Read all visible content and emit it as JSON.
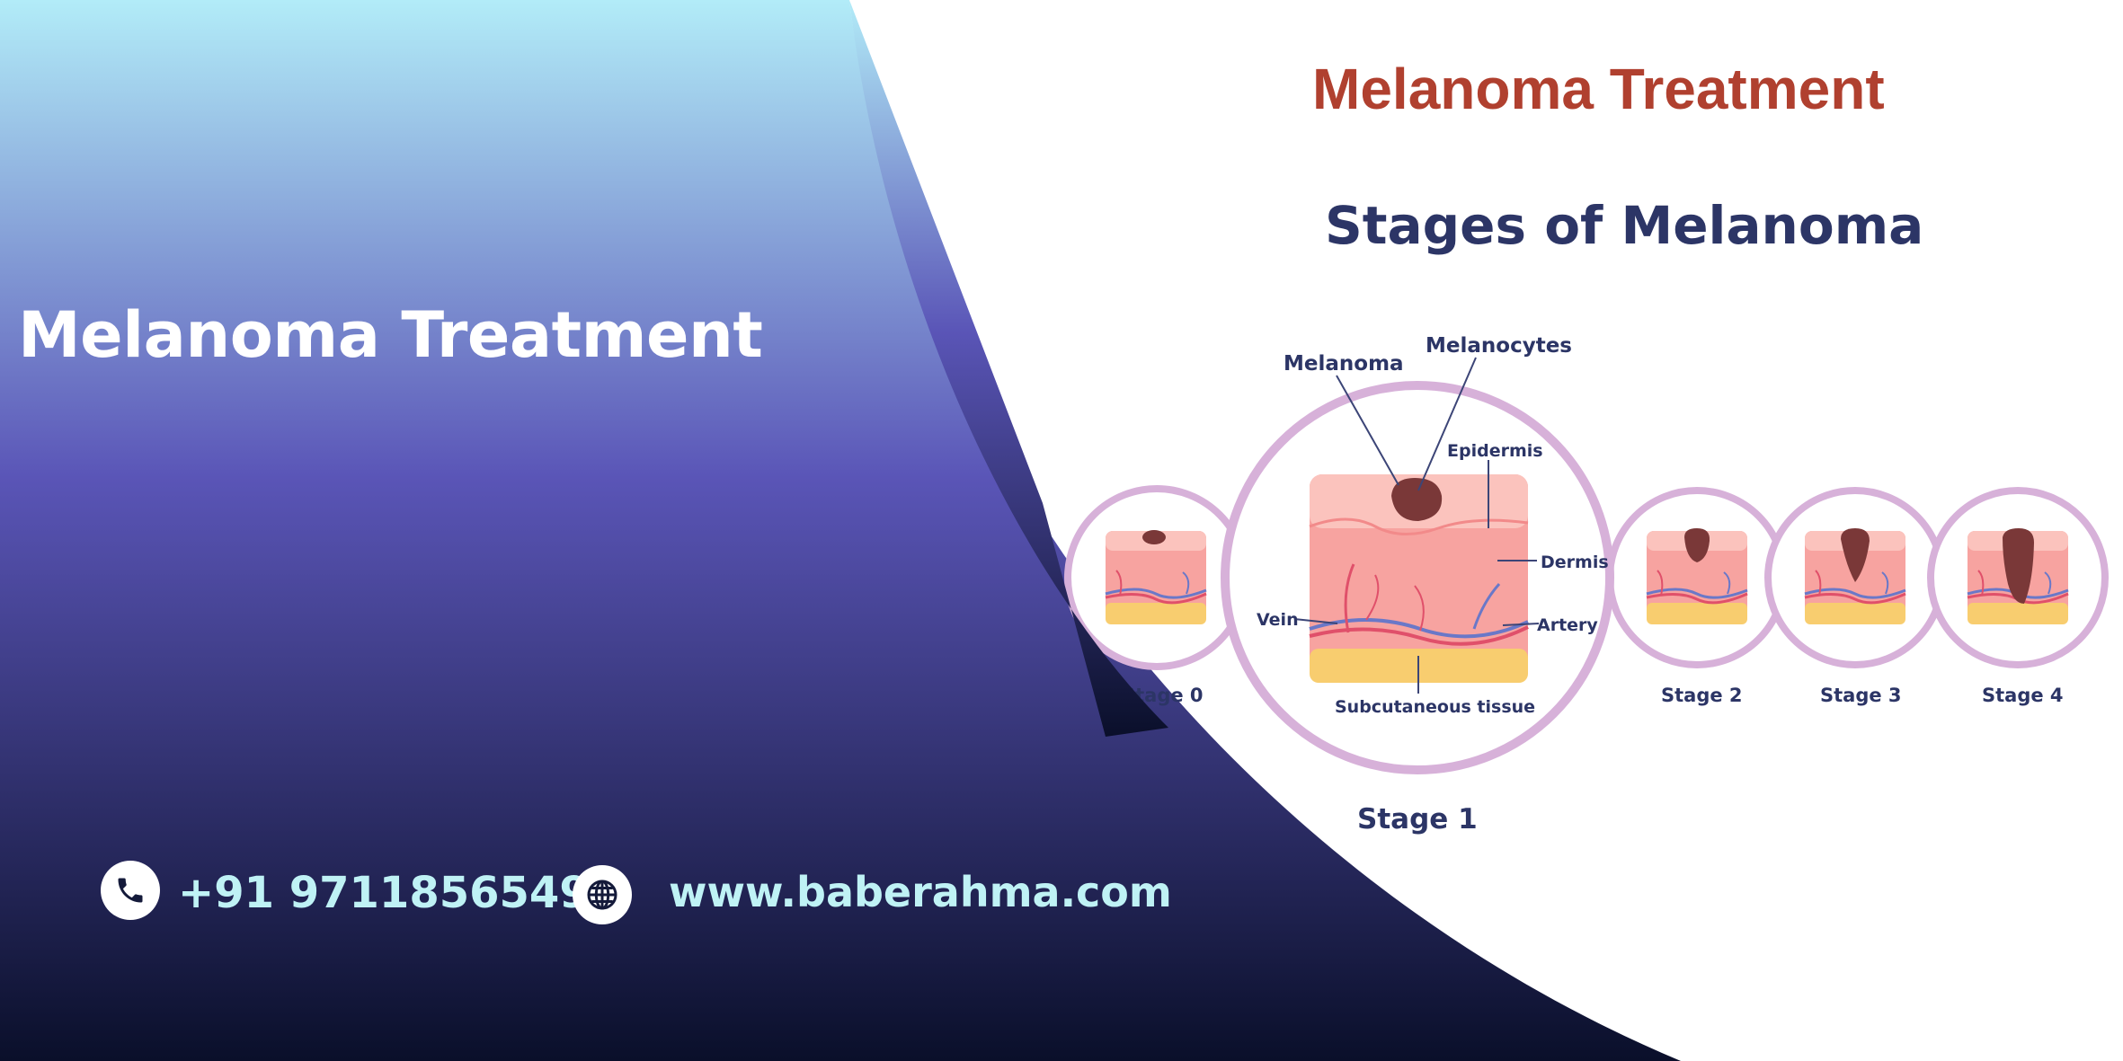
{
  "left_panel": {
    "title": "Melanoma Treatment",
    "phone": "+91 9711856549",
    "website": "www.baberahma.com",
    "colors": {
      "gradient_top": "#b2ecf8",
      "gradient_mid": "#5a55b7",
      "gradient_bottom": "#0a0f2a",
      "contact_text": "#bff2f5"
    }
  },
  "right_panel": {
    "title": "Melanoma Treatment",
    "diagram_title": "Stages of Melanoma",
    "labels": {
      "melanoma": "Melanoma",
      "melanocytes": "Melanocytes",
      "epidermis": "Epidermis",
      "dermis": "Dermis",
      "vein": "Vein",
      "artery": "Artery",
      "subcutaneous": "Subcutaneous tissue"
    },
    "stages": {
      "stage0": "Stage 0",
      "stage1": "Stage 1",
      "stage2": "Stage 2",
      "stage3": "Stage 3",
      "stage4": "Stage 4"
    },
    "colors": {
      "title": "#b0402f",
      "diagram_text": "#2c3566",
      "ring": "#d7b1d9",
      "skin": "#f7a3a0",
      "fat": "#f8cd6f",
      "tumor": "#7a3838"
    }
  },
  "icons": {
    "phone": "phone-icon",
    "globe": "globe-icon"
  }
}
